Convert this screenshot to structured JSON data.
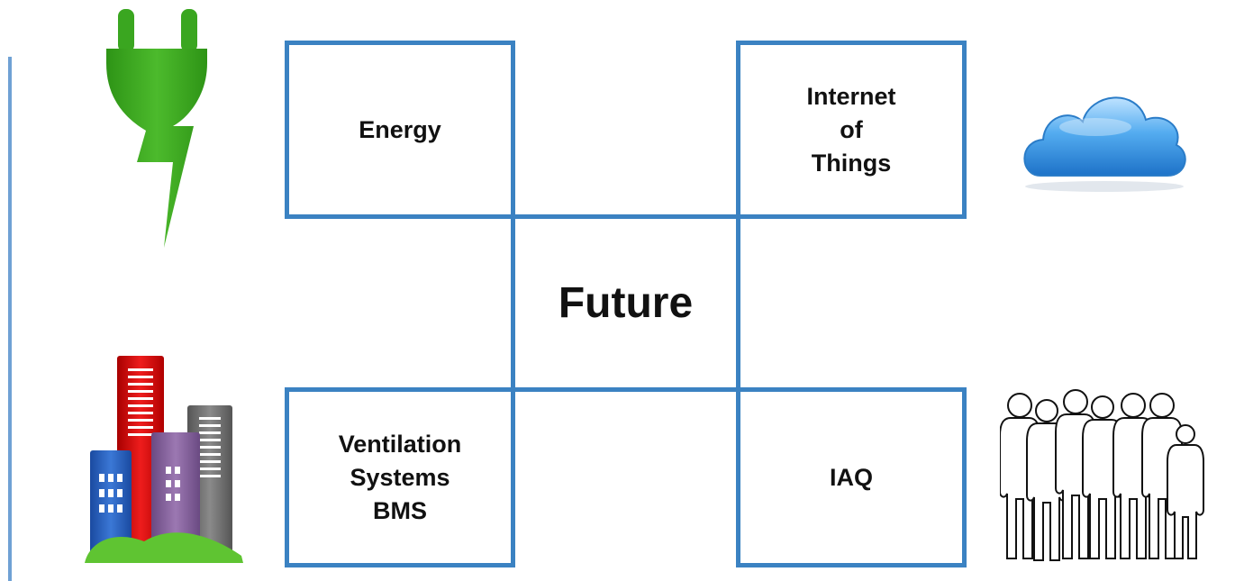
{
  "center": {
    "label": "Future"
  },
  "boxes": {
    "energy": {
      "lines": [
        "Energy"
      ]
    },
    "iot": {
      "lines": [
        "Internet",
        "of",
        "Things"
      ]
    },
    "ventilation": {
      "lines": [
        "Ventilation",
        "Systems",
        "BMS"
      ]
    },
    "iaq": {
      "lines": [
        "IAQ"
      ]
    }
  },
  "icons": {
    "energy": "power-plug-icon",
    "iot": "cloud-icon",
    "ventilation": "buildings-icon",
    "iaq": "people-icon"
  },
  "colors": {
    "border": "#3b82c2",
    "accent_line": "#6fa1d4",
    "plug": "#3aa620",
    "cloud": "#2f8ee0"
  }
}
